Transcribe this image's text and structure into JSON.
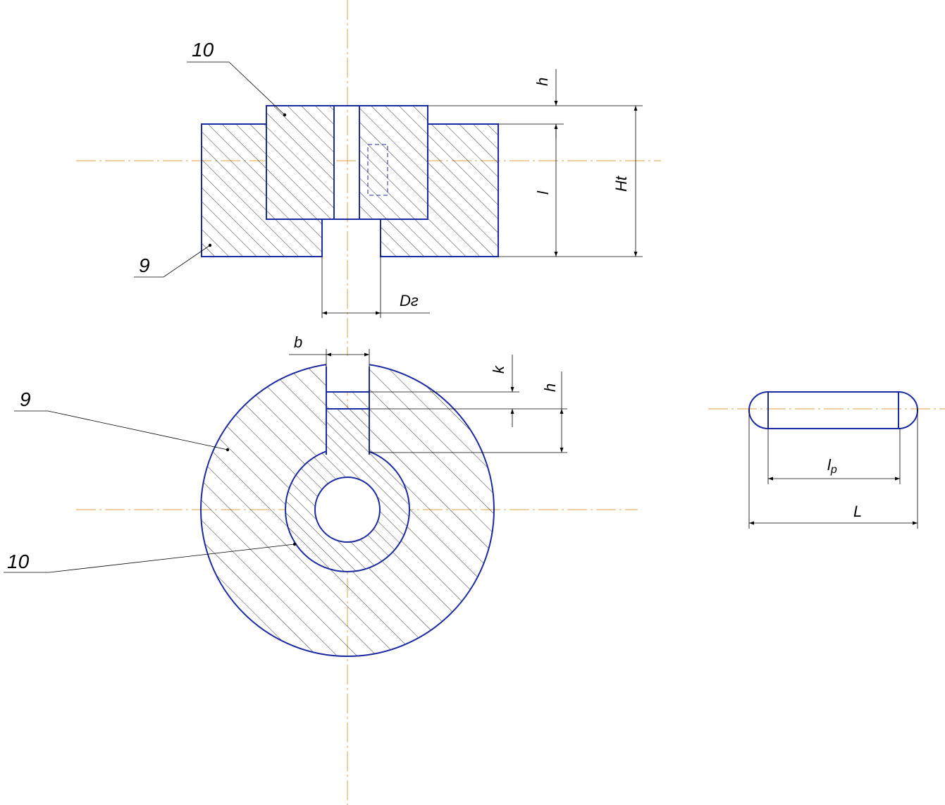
{
  "colors": {
    "outline": "#1a2aa0",
    "centerline": "#e0a040",
    "dimension": "#000000",
    "background": "#ffffff"
  },
  "top_view": {
    "callout_upper": "10",
    "callout_lower": "9",
    "dim_h": "h",
    "dim_l": "l",
    "dim_Ht": "Ht",
    "dim_Dg": "Dг"
  },
  "section_view": {
    "callout_outer": "9",
    "callout_inner": "10",
    "dim_b": "b",
    "dim_k": "k",
    "dim_h": "h"
  },
  "pin_view": {
    "dim_lp_main": "l",
    "dim_lp_sub": "p",
    "dim_L": "L"
  }
}
